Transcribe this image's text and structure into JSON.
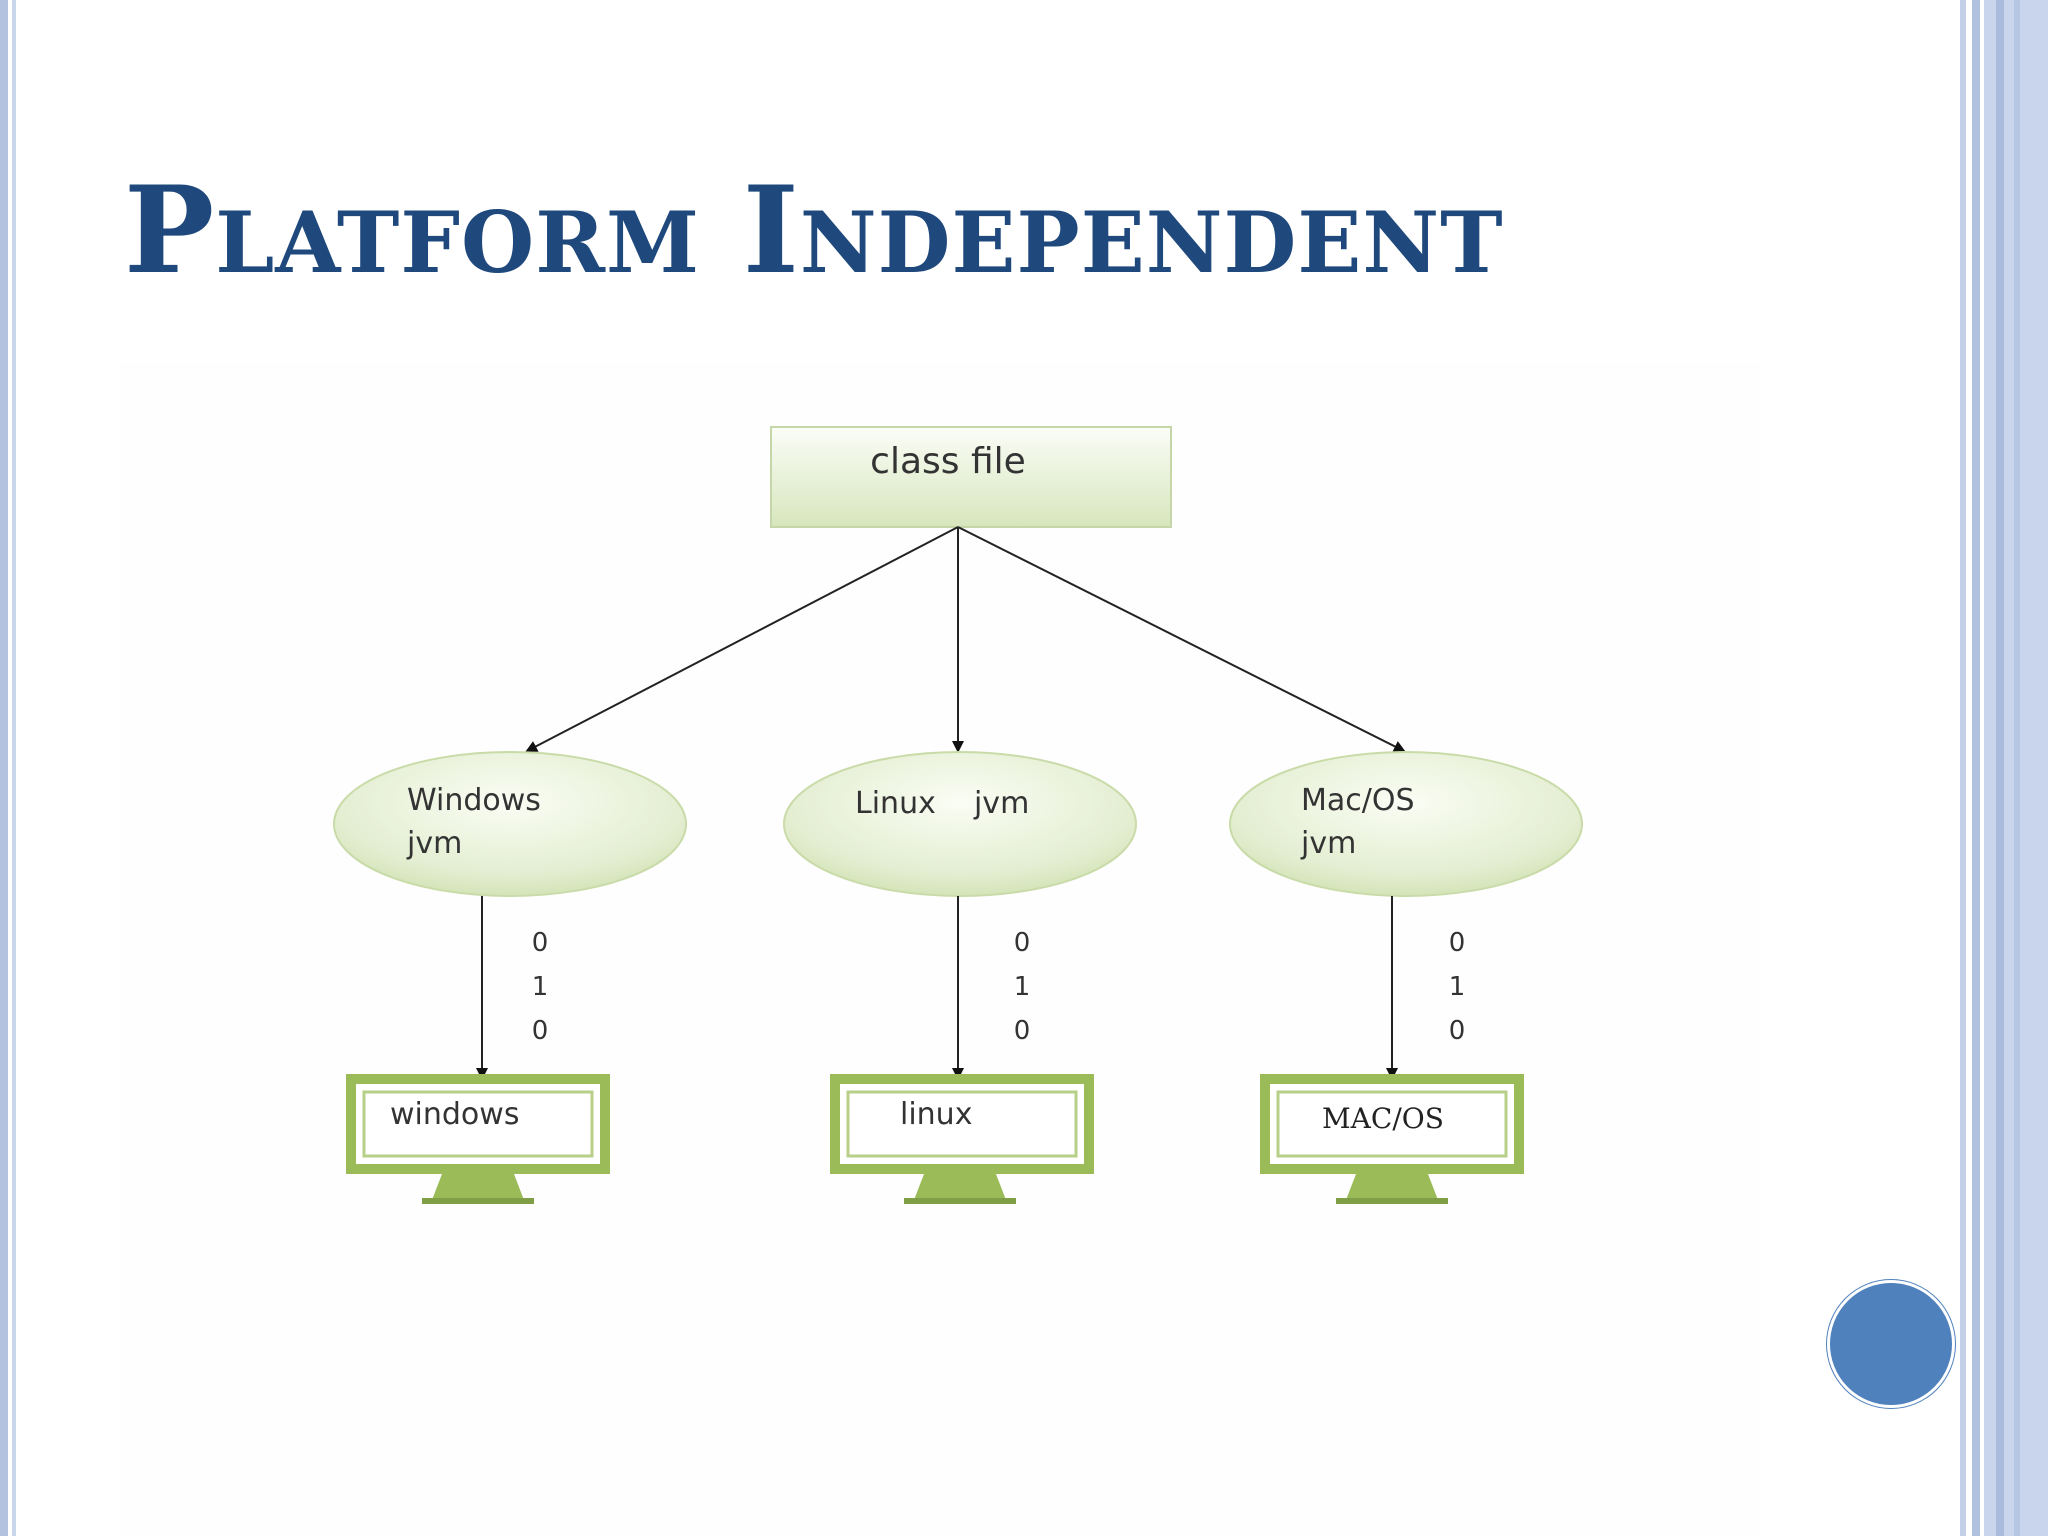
{
  "slide": {
    "title": "Platform Independent"
  },
  "diagram": {
    "root": {
      "label": "class file"
    },
    "jvms": [
      {
        "line1": "Windows",
        "line2": "jvm"
      },
      {
        "line1": "Linux    jvm",
        "line2": ""
      },
      {
        "line1": "Mac/OS",
        "line2": "jvm"
      }
    ],
    "bytecode": [
      "0",
      "1",
      "0"
    ],
    "machines": [
      {
        "label": "windows"
      },
      {
        "label": "linux"
      },
      {
        "label": "MAC/OS"
      }
    ]
  },
  "colors": {
    "title": "#1f497d",
    "node_fill_light": "#f3f8ea",
    "node_fill_dark": "#cfe1b0",
    "monitor_green": "#9bbb59",
    "accent_circle": "#4f81bd"
  }
}
